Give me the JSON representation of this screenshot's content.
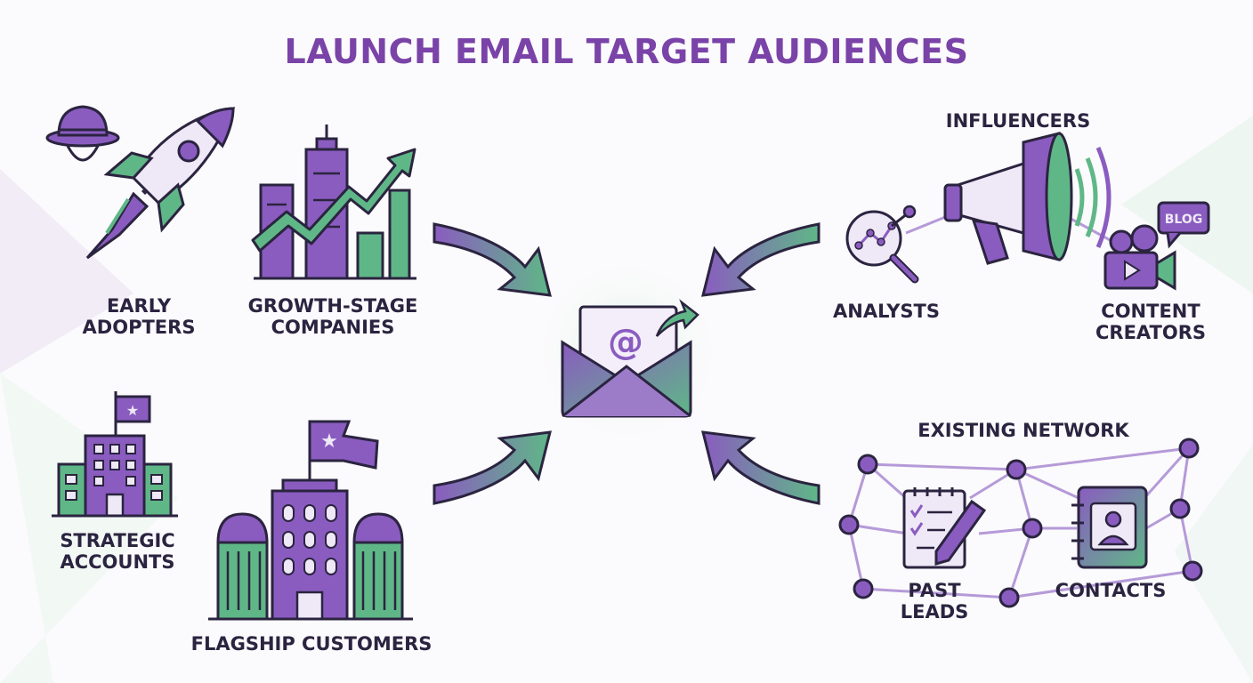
{
  "title": "LAUNCH EMAIL TARGET AUDIENCES",
  "colors": {
    "title": "#7a43a8",
    "purple": "#8a5cc0",
    "purple_light": "#a98ad6",
    "green": "#5fb787",
    "ink": "#2b2440",
    "paper": "#efe8f6"
  },
  "audiences": {
    "early_adopters": {
      "line1": "EARLY",
      "line2": "ADOPTERS",
      "icons": [
        "explorer-hat-icon",
        "rocket-icon"
      ]
    },
    "growth_stage": {
      "line1": "GROWTH-STAGE",
      "line2": "COMPANIES",
      "icons": [
        "growth-buildings-icon",
        "trend-arrow-icon"
      ]
    },
    "strategic_accounts": {
      "line1": "STRATEGIC",
      "line2": "ACCOUNTS",
      "icons": [
        "flag-office-icon"
      ]
    },
    "flagship_customers": {
      "label": "FLAGSHIP CUSTOMERS",
      "icons": [
        "flagship-campus-icon"
      ]
    },
    "influencers": {
      "label": "INFLUENCERS",
      "icons": [
        "megaphone-icon",
        "analytics-magnifier-icon",
        "video-camera-icon",
        "blog-bubble-icon"
      ],
      "analysts": "ANALYSTS",
      "content_creators": {
        "line1": "CONTENT",
        "line2": "CREATORS"
      },
      "blog_tag": "BLOG"
    },
    "existing_network": {
      "label": "EXISTING NETWORK",
      "icons": [
        "network-graph-icon",
        "notepad-pencil-icon",
        "address-book-icon"
      ],
      "past_leads": {
        "line1": "PAST",
        "line2": "LEADS"
      },
      "contacts": "CONTACTS"
    }
  },
  "center": {
    "icon": "email-envelope-icon",
    "symbol": "@"
  }
}
